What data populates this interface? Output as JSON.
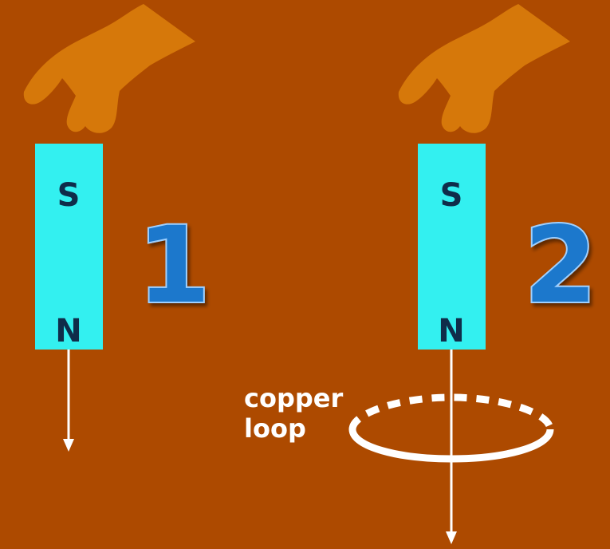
{
  "colors": {
    "background": "#ad4a00",
    "hand": "#d6780a",
    "magnet": "#33f0f0",
    "pole_text": "#0f2d4a",
    "numeral": "#1f78cc",
    "arrow": "#ffffff"
  },
  "scenes": [
    {
      "number": "1",
      "magnet": {
        "top_pole": "S",
        "bottom_pole": "N"
      },
      "has_loop": false
    },
    {
      "number": "2",
      "magnet": {
        "top_pole": "S",
        "bottom_pole": "N"
      },
      "has_loop": true,
      "loop_label_line1": "copper",
      "loop_label_line2": "loop"
    }
  ]
}
